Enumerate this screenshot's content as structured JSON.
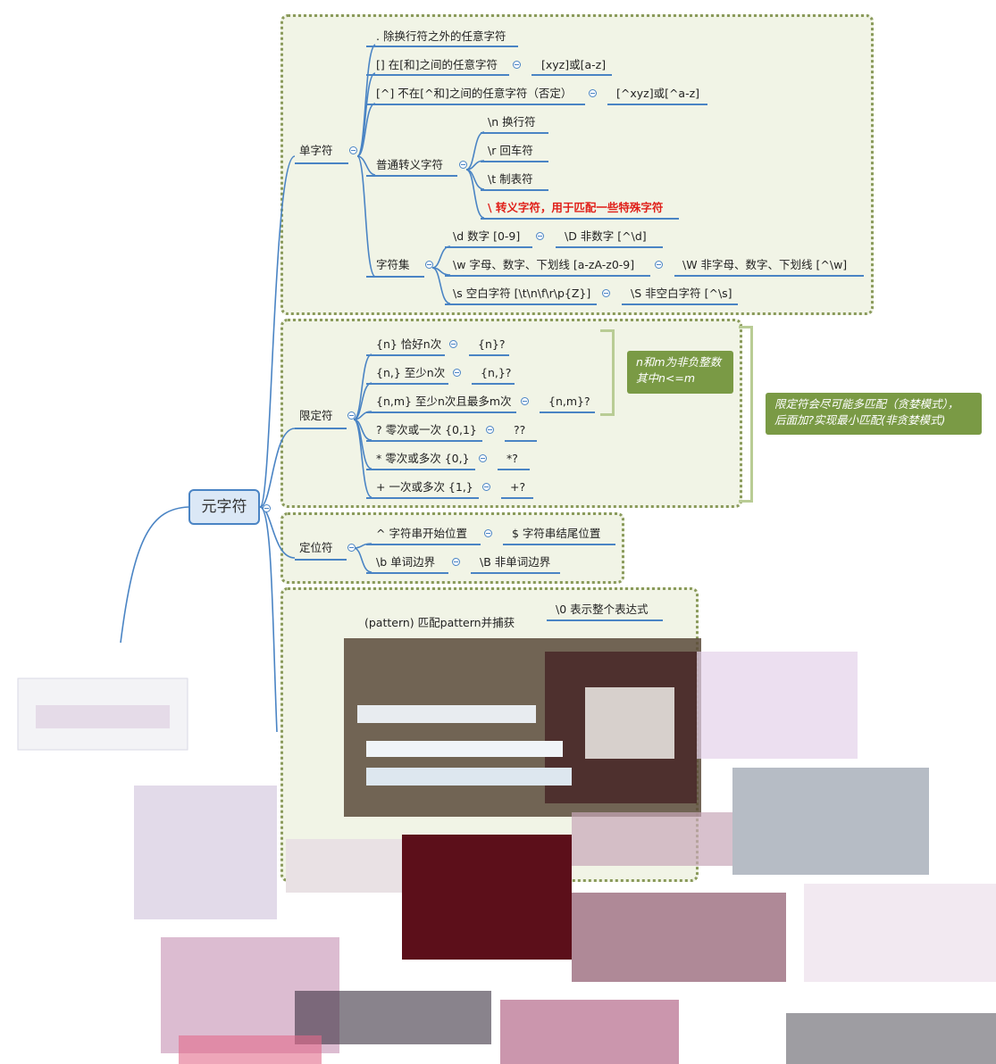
{
  "root": {
    "label": "元字符"
  },
  "single": {
    "label": "单字符",
    "items": [
      {
        "text": ". 除换行符之外的任意字符"
      },
      {
        "text": "[] 在[和]之间的任意字符",
        "example": "[xyz]或[a-z]"
      },
      {
        "text": "[^] 不在[^和]之间的任意字符（否定）",
        "example": "[^xyz]或[^a-z]"
      }
    ],
    "escape": {
      "label": "普通转义字符",
      "items": [
        "\\n 换行符",
        "\\r 回车符",
        "\\t 制表符",
        "\\ 转义字符，用于匹配一些特殊字符"
      ]
    },
    "charset": {
      "label": "字符集",
      "rows": [
        {
          "a": "\\d 数字 [0-9]",
          "b": "\\D 非数字 [^\\d]"
        },
        {
          "a": "\\w 字母、数字、下划线 [a-zA-z0-9]",
          "b": "\\W 非字母、数字、下划线 [^\\w]"
        },
        {
          "a": "\\s 空白字符 [\\t\\n\\f\\r\\p{Z}]",
          "b": "\\S 非空白字符 [^\\s]"
        }
      ]
    }
  },
  "quant": {
    "label": "限定符",
    "rows": [
      {
        "a": "{n} 恰好n次",
        "b": "{n}?"
      },
      {
        "a": "{n,} 至少n次",
        "b": "{n,}?"
      },
      {
        "a": "{n,m} 至少n次且最多m次",
        "b": "{n,m}?"
      },
      {
        "a": "? 零次或一次 {0,1}",
        "b": "??"
      },
      {
        "a": "* 零次或多次 {0,}",
        "b": "*?"
      },
      {
        "a": "+ 一次或多次 {1,}",
        "b": "+?"
      }
    ],
    "note1": [
      "n和m为非负整数",
      "其中n<=m"
    ],
    "note2": [
      "限定符会尽可能多匹配（贪婪模式），",
      "后面加?实现最小匹配(非贪婪模式)"
    ]
  },
  "anchor": {
    "label": "定位符",
    "rows": [
      {
        "a": "^ 字符串开始位置",
        "b": "$ 字符串结尾位置"
      },
      {
        "a": "\\b 单词边界",
        "b": "\\B 非单词边界"
      }
    ]
  },
  "group": {
    "text": "(pattern) 匹配pattern并捕获",
    "sub": "\\0 表示整个表达式"
  },
  "colors": {
    "accent": "#4a84c4",
    "group_border": "#8a9a5b",
    "group_bg": "#f1f4e6",
    "callout": "#7a9a45",
    "highlight": "#e0201a"
  }
}
